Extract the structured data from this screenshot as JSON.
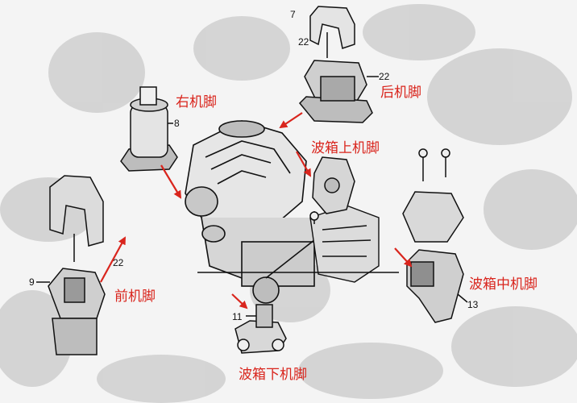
{
  "labels": {
    "right_mount": "右机脚",
    "rear_mount": "后机脚",
    "trans_upper_mount": "波箱上机脚",
    "trans_middle_mount": "波箱中机脚",
    "front_mount": "前机脚",
    "trans_lower_mount": "波箱下机脚"
  },
  "part_numbers": {
    "p7": "7",
    "p22_top": "22",
    "p22_rear": "22",
    "p8": "8",
    "p9": "9",
    "p22_front": "22",
    "p11": "11",
    "p13": "13"
  },
  "colors": {
    "label": "#d9251d",
    "arrow": "#d9251d",
    "line": "#111111"
  }
}
